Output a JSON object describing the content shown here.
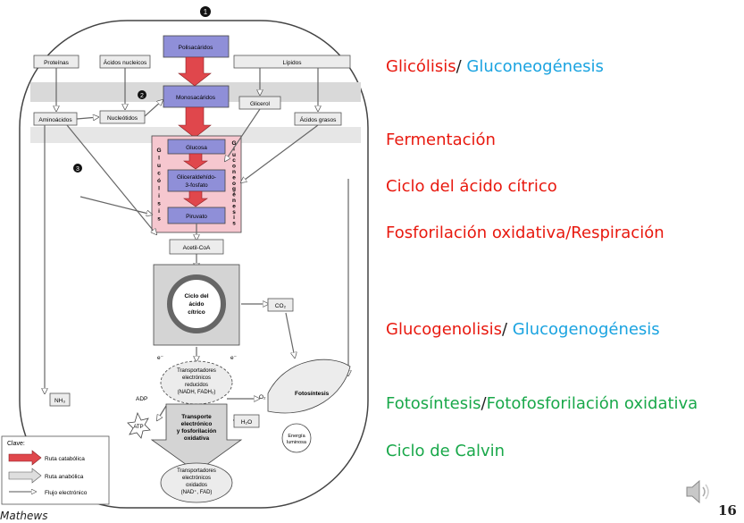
{
  "diagram": {
    "markers": {
      "m1": "1",
      "m2": "2",
      "m3": "3"
    },
    "boxes": {
      "polisacaridos": "Polisacáridos",
      "monosacaridos": "Monosacáridos",
      "glucosa": "Glucosa",
      "gliceraldehido_1": "Gliceraldehído-",
      "gliceraldehido_2": "3-fosfato",
      "piruvato": "Piruvato",
      "proteinas": "Proteínas",
      "acidos_nucleicos": "Ácidos nucleicos",
      "lipidos": "Lípidos",
      "aminoacidos": "Aminoácidos",
      "nucleotidos": "Nucleótidos",
      "glicerol": "Glicerol",
      "acidos_grasos": "Ácidos grasos",
      "acetil_coa": "Acetil-CoA",
      "ciclo_1": "Ciclo del",
      "ciclo_2": "ácido",
      "ciclo_3": "cítrico",
      "co2": "CO₂",
      "nh3": "NH₃",
      "o2": "O₂",
      "adp": "ADP",
      "atp": "ATP",
      "h2o": "H₂O",
      "fotosintesis": "Fotosíntesis",
      "e1": "e⁻",
      "e2": "e⁻",
      "trans_red_1": "Transportadores",
      "trans_red_2": "electrónicos",
      "trans_red_3": "reducidos",
      "trans_red_4": "(NADH, FADH₂)",
      "transporte_1": "Transporte",
      "transporte_2": "electrónico",
      "transporte_3": "y fosforilación",
      "transporte_4": "oxidativa",
      "trans_ox_1": "Transportadores",
      "trans_ox_2": "electrónicos",
      "trans_ox_3": "oxidados",
      "trans_ox_4": "(NAD⁺, FAD)",
      "energia_1": "Energía",
      "energia_2": "luminosa"
    },
    "vertical_labels": {
      "glucolisis": [
        "G",
        "l",
        "u",
        "c",
        "ó",
        "l",
        "i",
        "s",
        "i",
        "s"
      ],
      "gluconeogenesis": [
        "G",
        "l",
        "u",
        "c",
        "o",
        "n",
        "e",
        "o",
        "g",
        "é",
        "n",
        "e",
        "s",
        "i",
        "s"
      ]
    },
    "legend": {
      "title": "Clave:",
      "catabolic": "Ruta catabólica",
      "anabolic": "Ruta anabólica",
      "electron": "Flujo electrónico"
    },
    "colors": {
      "catabolic_arrow": "#e0474c",
      "pathway_box": "#8f8fd8",
      "glycolysis_bg": "#f6c7cf",
      "gray_box": "#dedede"
    }
  },
  "labels": {
    "glicolisis": "Glicólisis",
    "slash1": "/",
    "gluconeogenesis": " Gluconeogénesis",
    "fermentacion": "Fermentación",
    "ciclo": "Ciclo del ácido cítrico",
    "fosforilacion": "Fosforilación oxidativa/Respiración",
    "glucogenolisis": "Glucogenolisis",
    "slash2": "/",
    "glucogenogenesis": " Glucogenogénesis",
    "fotosintesis": "Fotosíntesis",
    "slash3": "/",
    "fotofosforilacion": "Fotofosforilación oxidativa",
    "calvin": "Ciclo de Calvin"
  },
  "footer": {
    "credit": "Mathews",
    "page": "16"
  }
}
